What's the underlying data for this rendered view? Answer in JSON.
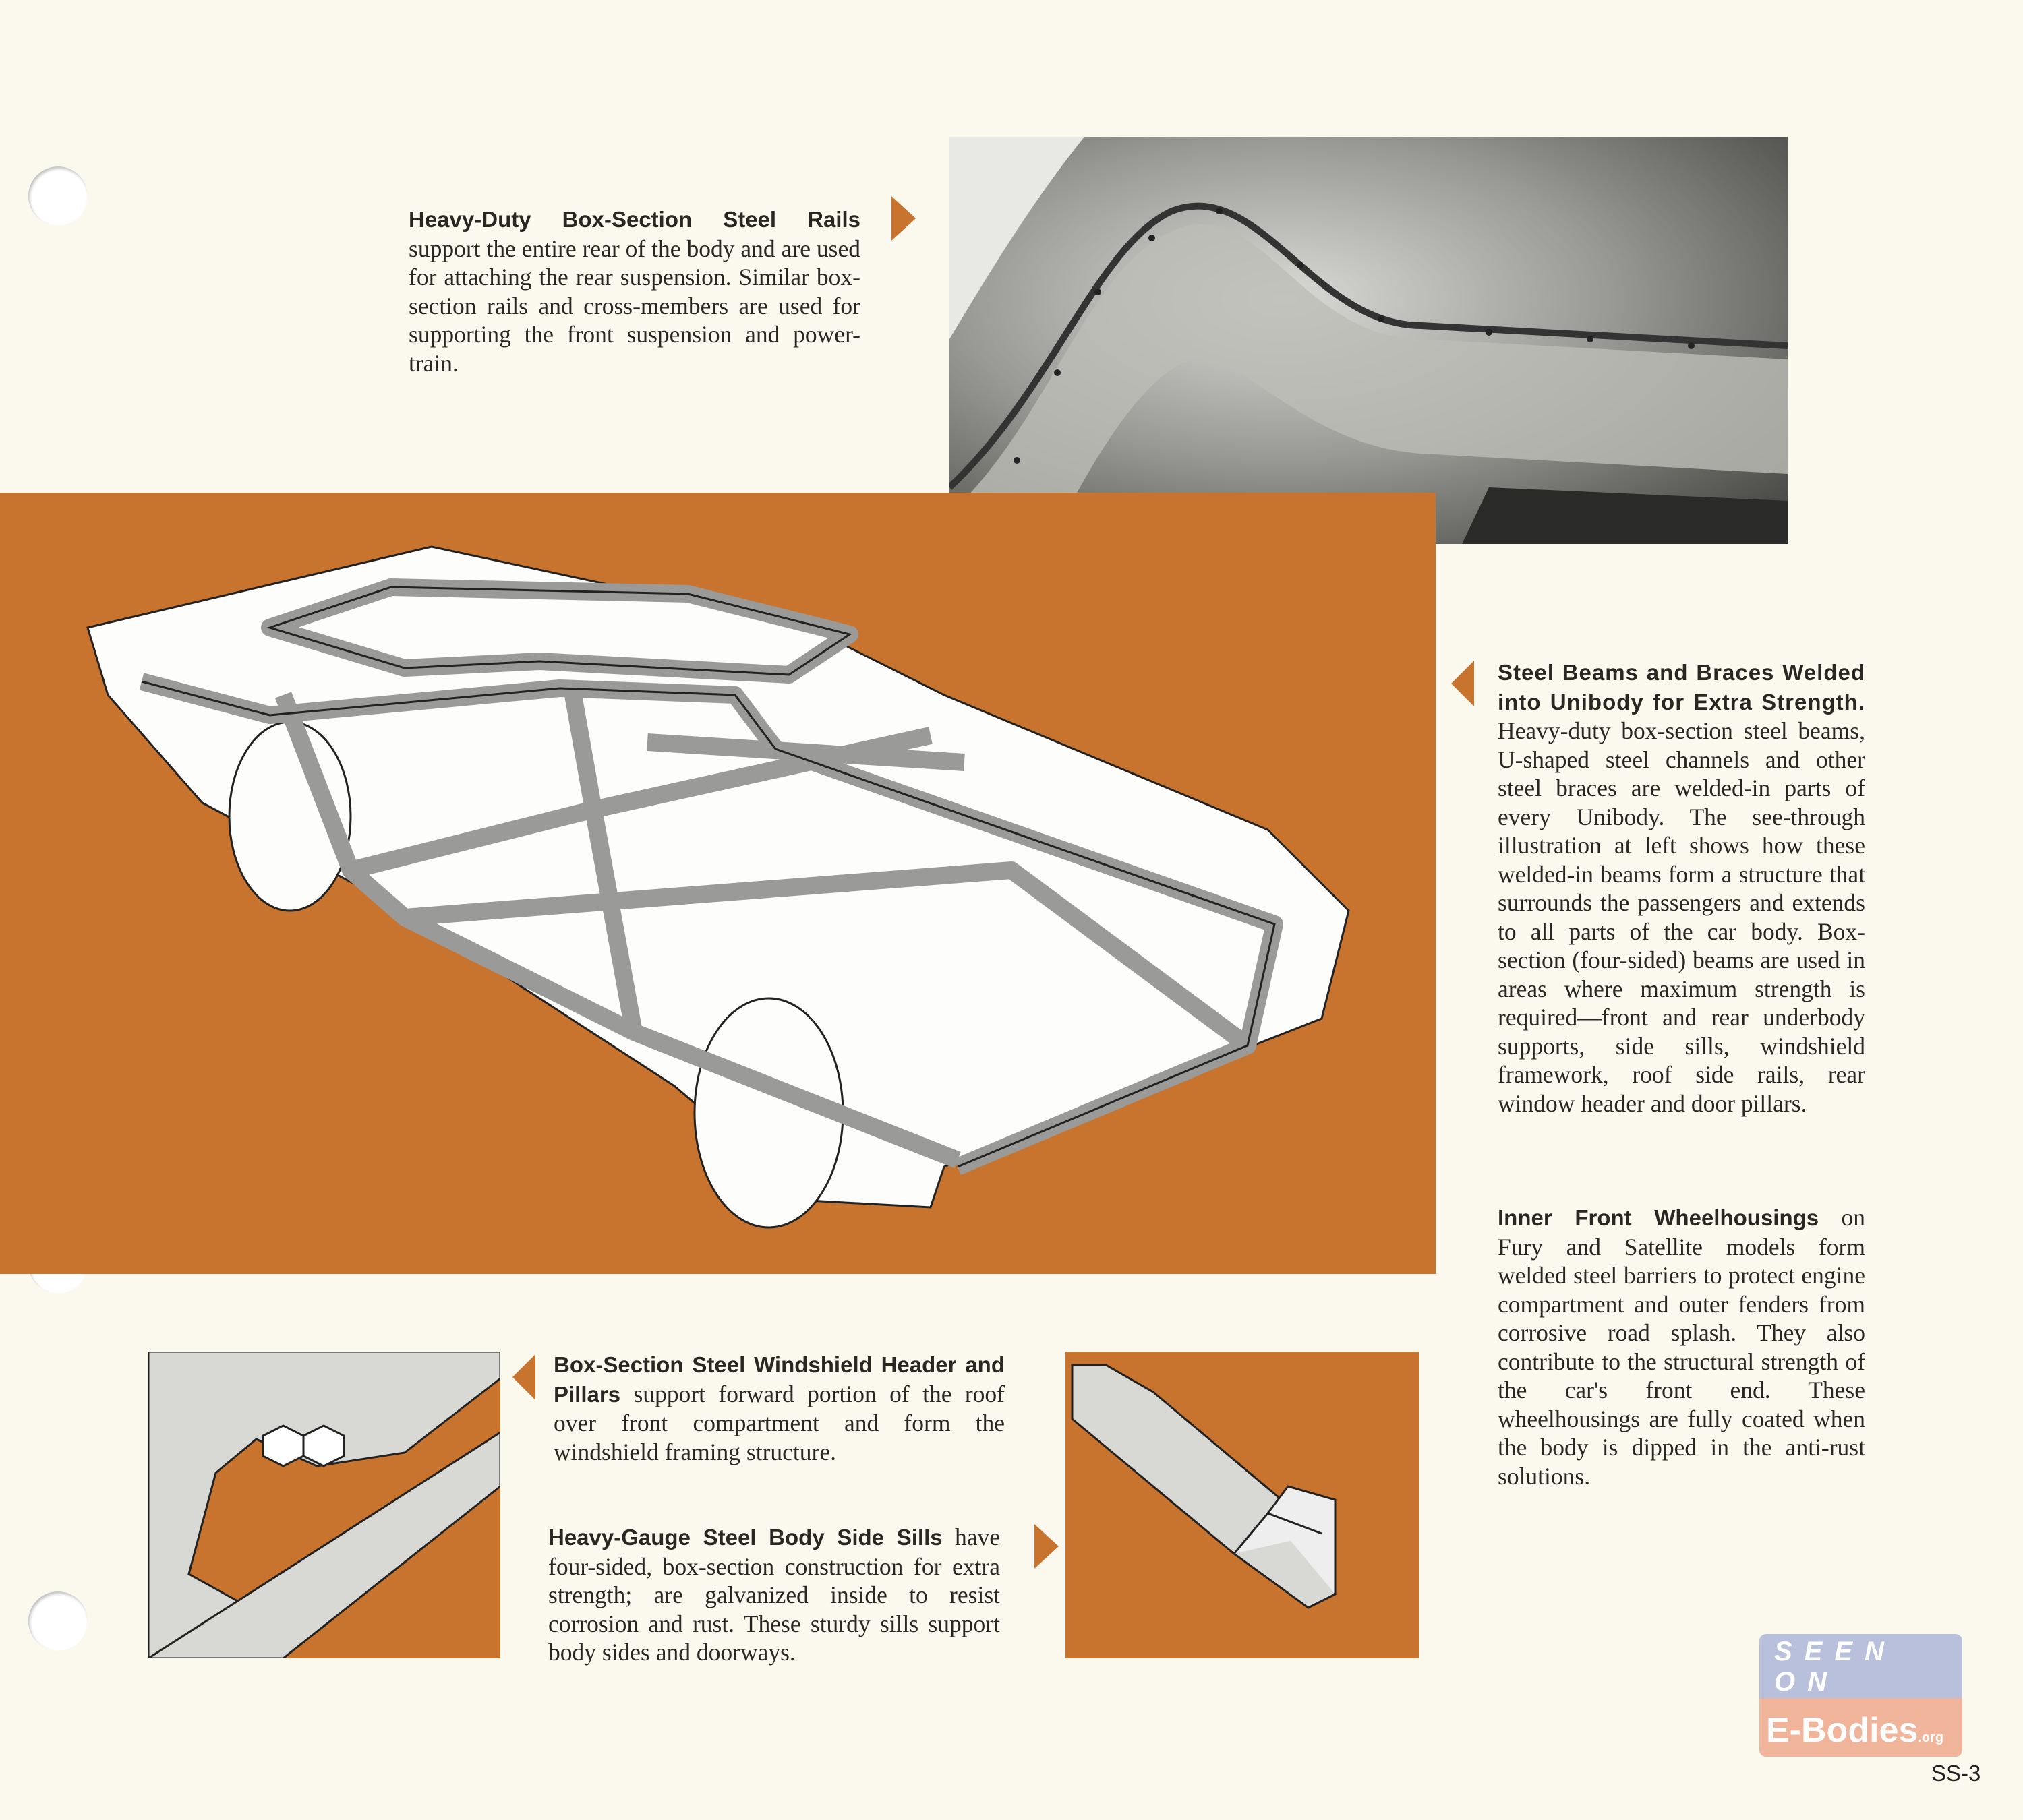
{
  "blocks": {
    "rear_rails": {
      "heading": "Heavy-Duty Box-Section Steel Rails",
      "body": " support the entire rear of the body and are used for attaching the rear suspension. Similar box-section rails and cross-members are used for supporting the front suspension and power-train."
    },
    "beams": {
      "heading": "Steel Beams and Braces Welded into Unibody for Extra Strength.",
      "body": " Heavy-duty box-section steel beams, U-shaped steel channels and other steel braces are welded-in parts of every Unibody. The see-through illustration at left shows how these welded-in beams form a structure that surrounds the passengers and extends to all parts of the car body. Box-section (four-sided) beams are used in areas where maximum strength is required—front and rear underbody supports, side sills, windshield framework, roof side rails, rear window header and door pillars."
    },
    "wheelhousings": {
      "heading": "Inner Front Wheelhousings",
      "body": " on Fury and Satellite models form welded steel barriers to protect engine compartment and outer fenders from corrosive road splash. They also contribute to the structural strength of the car's front end. These wheelhousings are fully coated when the body is dipped in the anti-rust solutions."
    },
    "windshield": {
      "heading": "Box-Section Steel Windshield Header and Pillars",
      "body": " support forward portion of the roof over front compartment and form the windshield framing structure."
    },
    "sills": {
      "heading": "Heavy-Gauge Steel Body Side Sills",
      "body": " have four-sided, box-section construction for extra strength; are galvanized inside to resist corrosion and rust. These sturdy sills support body sides and doorways."
    }
  },
  "watermark": {
    "top": "SEEN ON",
    "bottom": "E-Bodies",
    "suffix": ".org"
  },
  "page_number": "SS-3",
  "colors": {
    "accent": "#c8742f",
    "paper": "#fbf8ee"
  }
}
